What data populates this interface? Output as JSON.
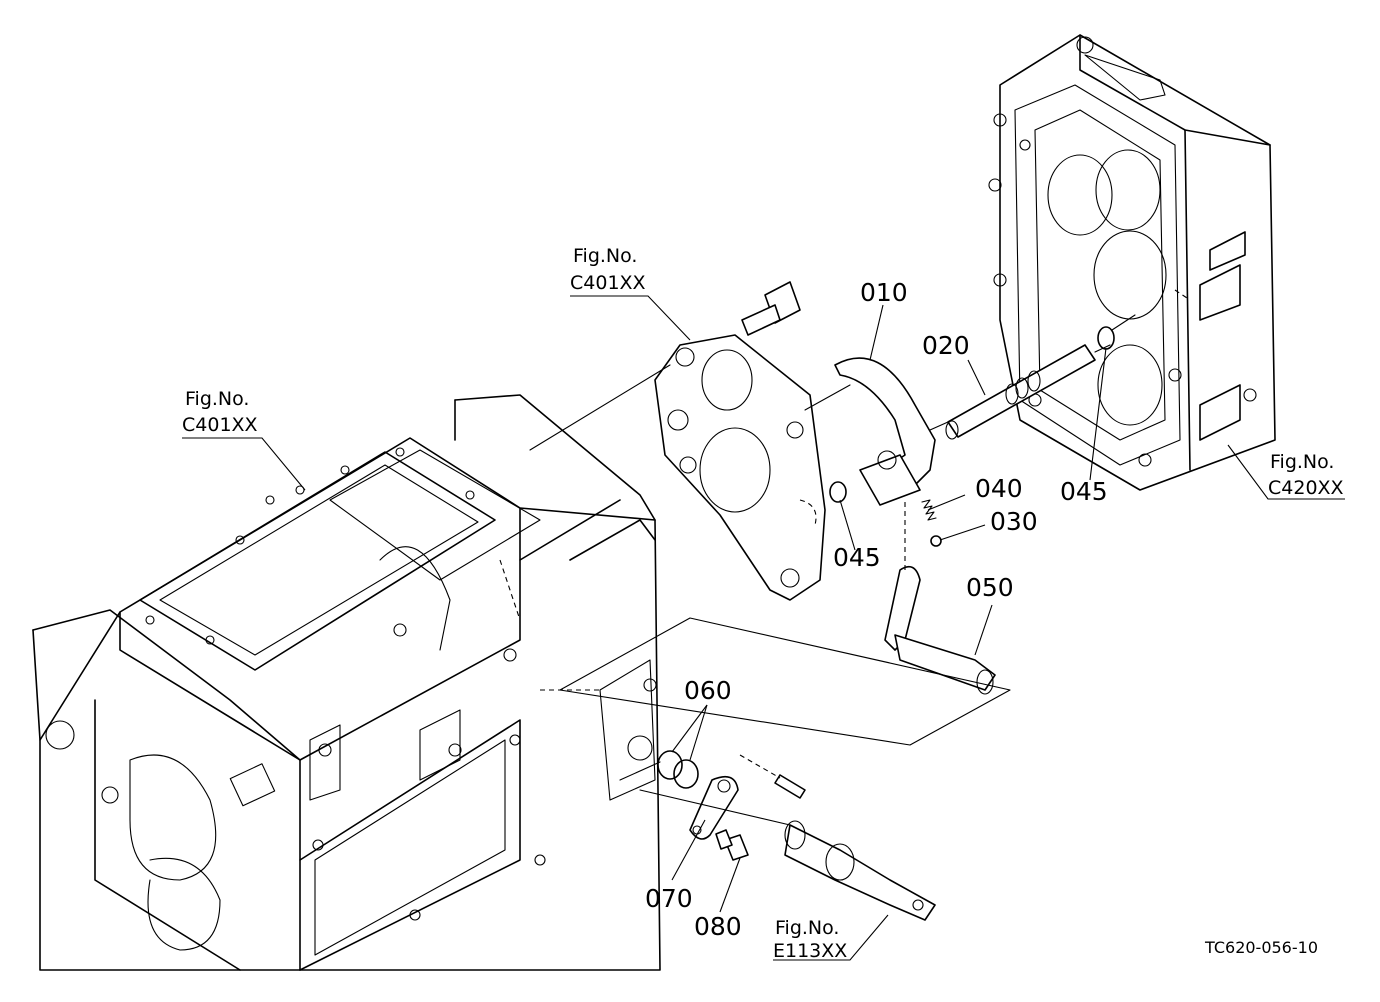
{
  "callouts": {
    "p010": "010",
    "p020": "020",
    "p030": "030",
    "p040": "040",
    "p045a": "045",
    "p045b": "045",
    "p050": "050",
    "p060": "060",
    "p070": "070",
    "p080": "080"
  },
  "figure_refs": {
    "ref_c401_top": {
      "line1": "Fig.No.",
      "line2": "C401XX"
    },
    "ref_c401_left": {
      "line1": "Fig.No.",
      "line2": "C401XX"
    },
    "ref_c420": {
      "line1": "Fig.No.",
      "line2": "C420XX"
    },
    "ref_e113": {
      "line1": "Fig.No.",
      "line2": "E113XX"
    }
  },
  "drawing_code": "TC620-056-10"
}
